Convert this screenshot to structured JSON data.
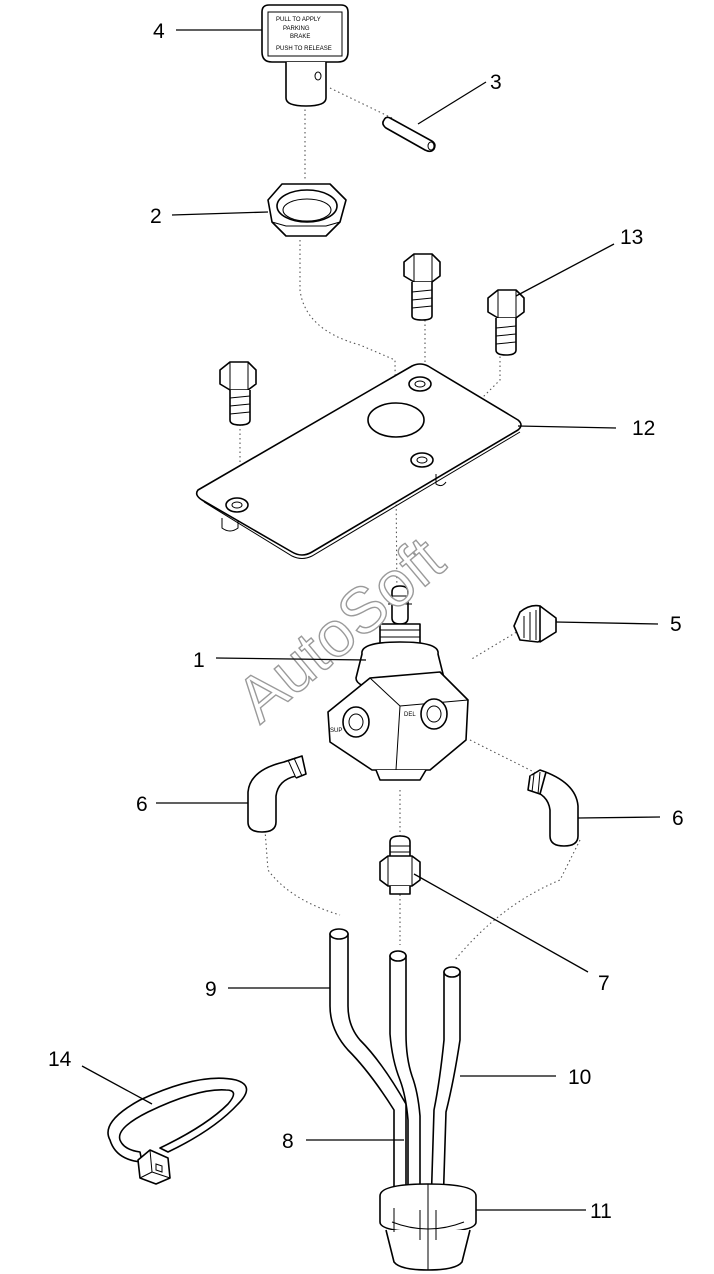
{
  "callouts": {
    "c1": "1",
    "c2": "2",
    "c3": "3",
    "c4": "4",
    "c5": "5",
    "c6a": "6",
    "c6b": "6",
    "c7": "7",
    "c8": "8",
    "c9": "9",
    "c10": "10",
    "c11": "11",
    "c12": "12",
    "c13": "13",
    "c14": "14"
  },
  "knob": {
    "line1": "PARKING",
    "line2": "BRAKE",
    "line3": "PULL TO APPLY",
    "line4": "PUSH TO RELEASE"
  },
  "valve": {
    "port_left": "SUP",
    "port_right": "DEL"
  },
  "watermark": "AutoSoft"
}
